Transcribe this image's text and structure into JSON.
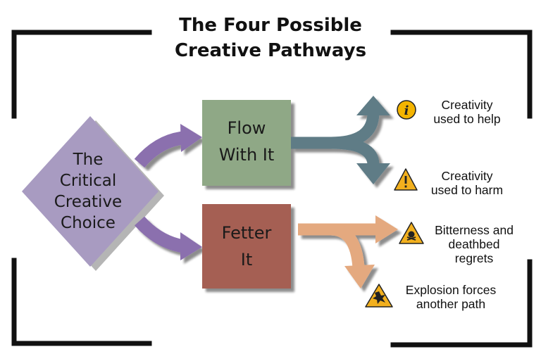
{
  "title": {
    "line1": "The Four Possible",
    "line2": "Creative Pathways"
  },
  "choice": {
    "line1": "The",
    "line2": "Critical",
    "line3": "Creative",
    "line4": "Choice"
  },
  "flow_box": {
    "line1": "Flow",
    "line2": "With It"
  },
  "fetter_box": {
    "line1": "Fetter",
    "line2": "It"
  },
  "outcomes": [
    {
      "line1": "Creativity",
      "line2": "used to help",
      "line3": "",
      "icon": "info-icon"
    },
    {
      "line1": "Creativity",
      "line2": "used to harm",
      "line3": "",
      "icon": "warning-icon"
    },
    {
      "line1": "Bitterness and",
      "line2": "deathbed",
      "line3": "regrets",
      "icon": "skull-warning-icon"
    },
    {
      "line1": "Explosion forces",
      "line2": "another path",
      "line3": "",
      "icon": "explosion-warning-icon"
    }
  ],
  "colors": {
    "diamond": "#a89bc1",
    "curved_arrows": "#8b6fae",
    "flow_box": "#8fa886",
    "fetter_box": "#a55e53",
    "flow_arrows": "#5e7c86",
    "fetter_arrows": "#e4a97f",
    "frame": "#111111",
    "info_icon": "#f4b400",
    "warning_icon": "#f2b01e"
  }
}
